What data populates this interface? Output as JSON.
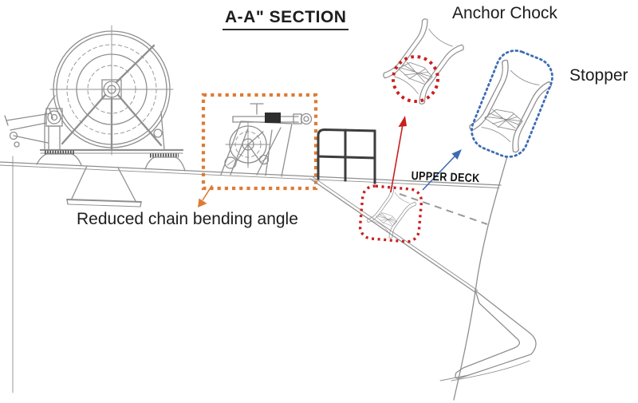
{
  "colors": {
    "bg": "#ffffff",
    "text": "#1d1d1d",
    "line": "#8f8f8f",
    "line_dark": "#3d3d3d",
    "red": "#c8201f",
    "blue": "#3e6cb3",
    "orange": "#dd7b36"
  },
  "diagram": {
    "title": "A-A\" SECTION",
    "labels": {
      "anchor_chock": "Anchor Chock",
      "stopper": "Stopper",
      "upper_deck": "UPPER DECK",
      "reduced_chain_bending": "Reduced chain bending angle"
    }
  }
}
